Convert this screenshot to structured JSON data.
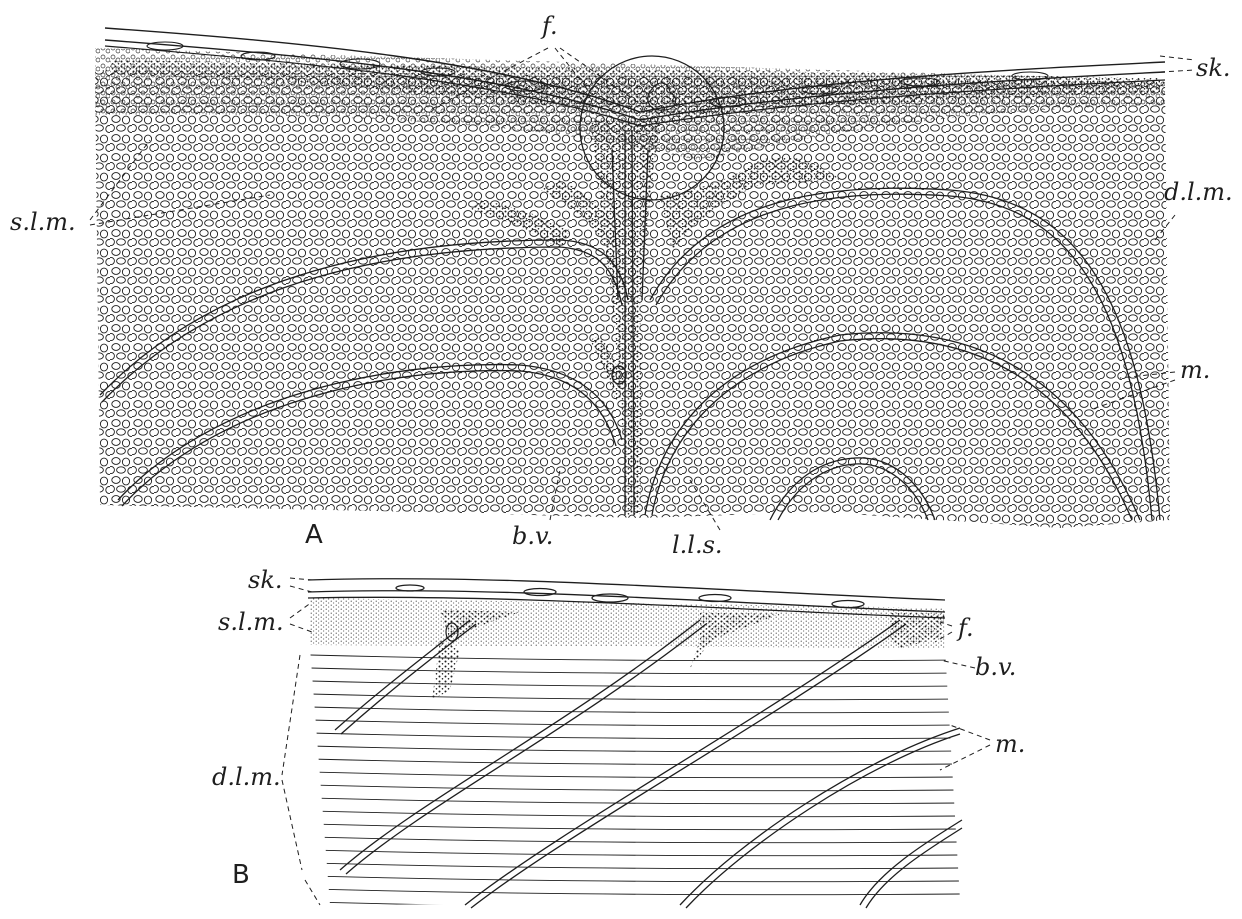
{
  "panels": {
    "a": "A",
    "b": "B"
  },
  "labels": {
    "f_top": "f.",
    "sk_top": "sk.",
    "slm_top": "s.l.m.",
    "dlm_top": "d.l.m.",
    "m_top": "m.",
    "bv_top": "b.v.",
    "lls": "l.l.s.",
    "sk_bottom": "sk.",
    "slm_bottom": "s.l.m.",
    "f_bottom": "f.",
    "bv_bottom": "b.v.",
    "m_bottom": "m.",
    "dlm_bottom": "d.l.m."
  },
  "colors": {
    "ink": "#1e1e1e",
    "paper": "#ffffff"
  }
}
